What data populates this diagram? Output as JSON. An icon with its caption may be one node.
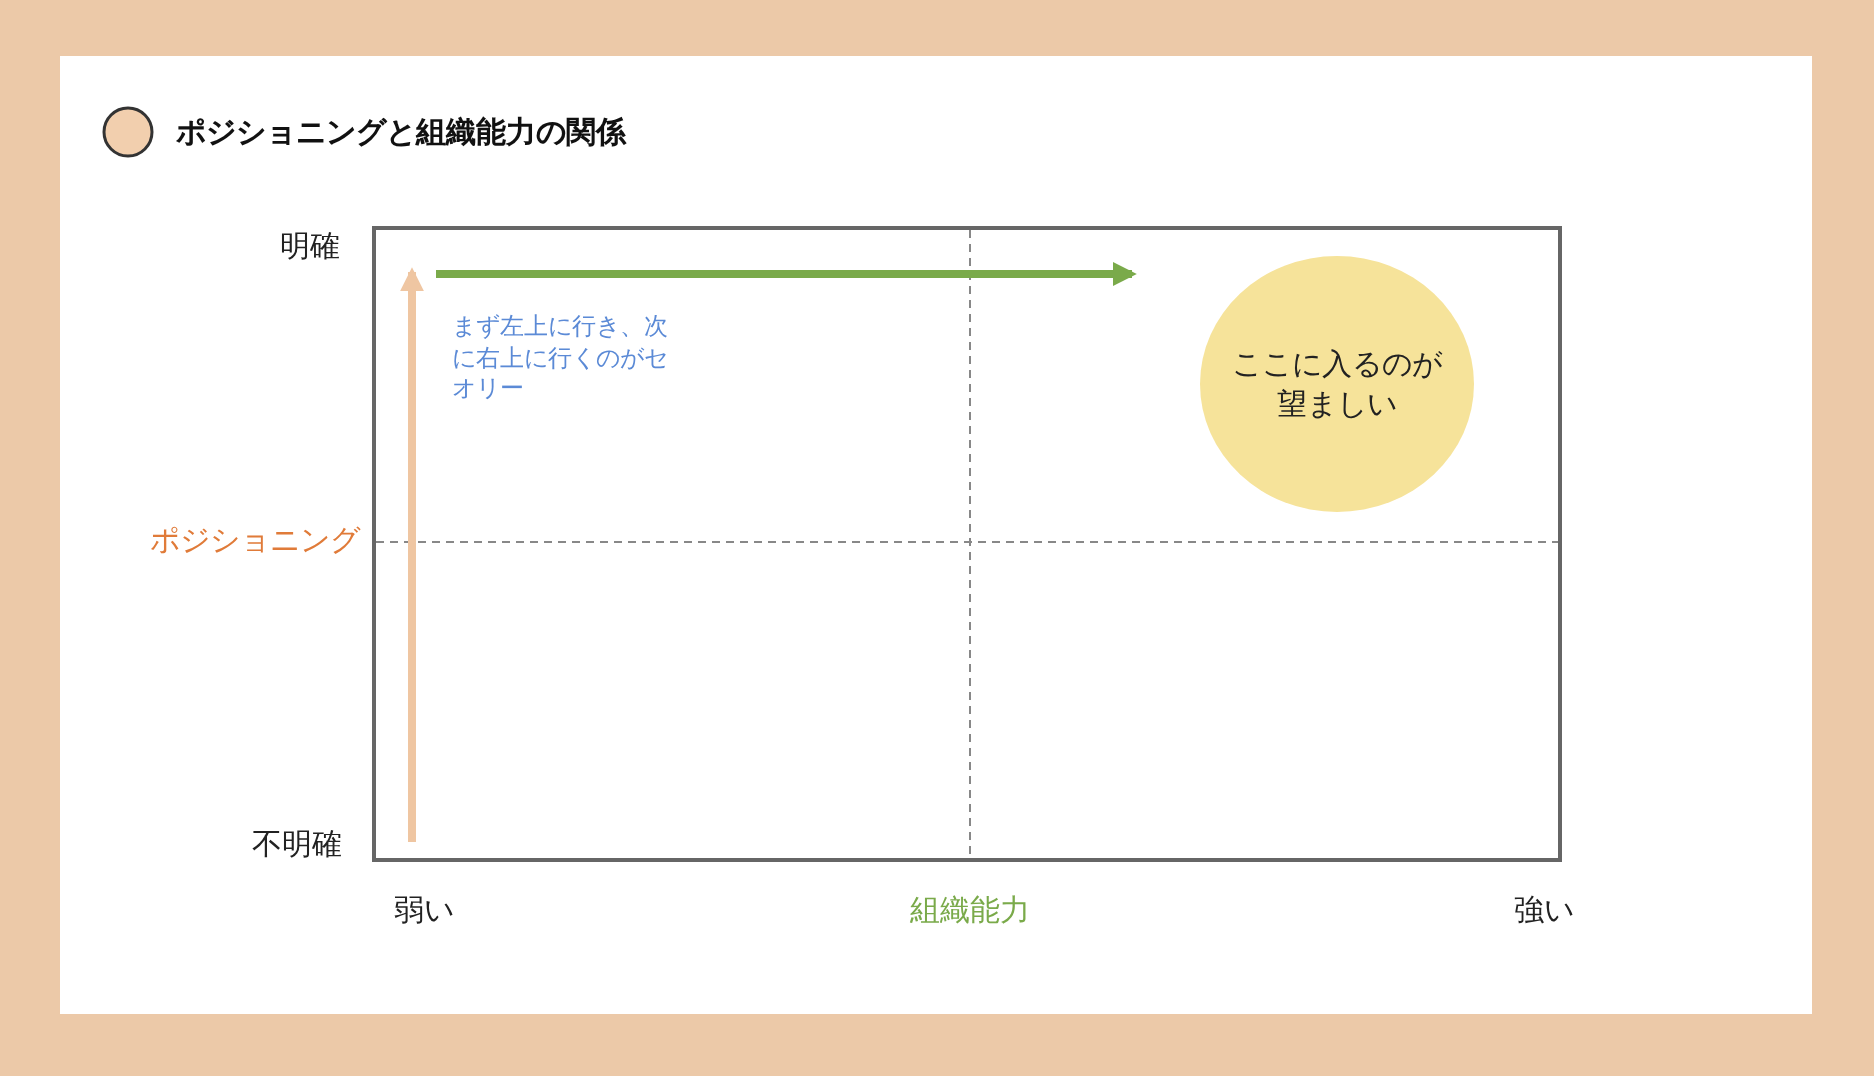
{
  "diagram": {
    "title": "ポジショニングと組織能力の関係",
    "nodes": [
      {
        "text": [
          "ここに入るのが望ましい"
        ]
      }
    ],
    "labels": [
      "明確",
      "まず左上に行き、次に右上に行くのがセオリー",
      "ポジショニング",
      "不明確",
      "弱い",
      "組織能力",
      "強い"
    ]
  }
}
